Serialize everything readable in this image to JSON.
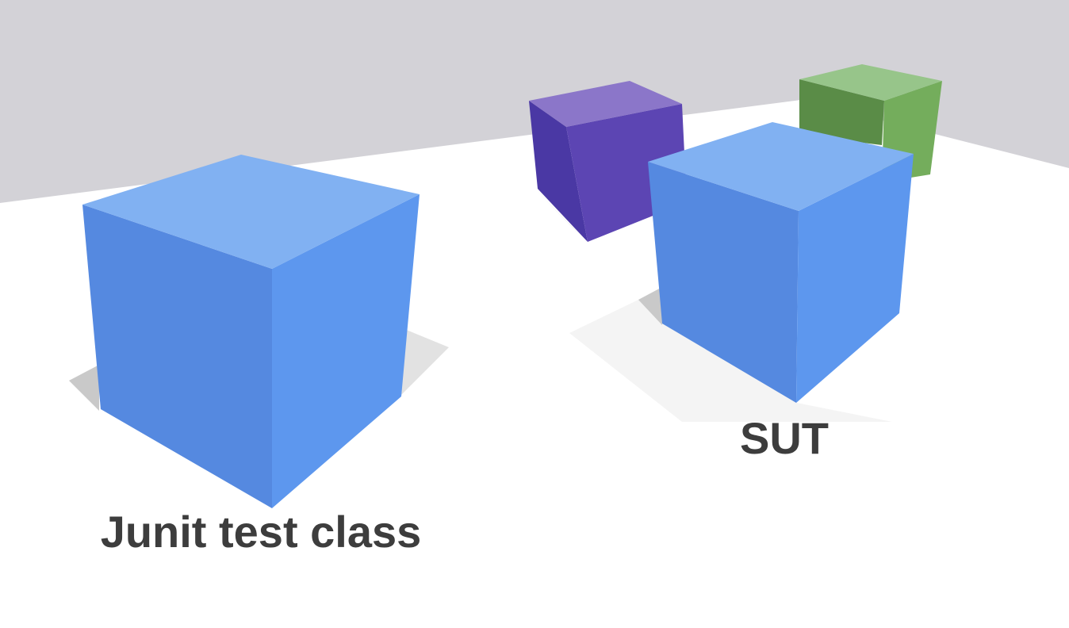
{
  "scene": {
    "colors": {
      "wall": "#d3d2d7",
      "floor": "#ffffff",
      "shadow": "#c9c9c9",
      "label": "#3d3d3d"
    },
    "cubes": [
      {
        "id": "junit-test-class",
        "label": "Junit test class",
        "color_top": "#81b1f2",
        "color_left": "#5589e0",
        "color_right": "#5d97ee"
      },
      {
        "id": "sut",
        "label": "SUT",
        "color_top": "#81b1f2",
        "color_left": "#5589e0",
        "color_right": "#5d97ee"
      },
      {
        "id": "purple-cube",
        "label": "",
        "color_top": "#8b76c9",
        "color_left": "#4a38a4",
        "color_right": "#5c45b3"
      },
      {
        "id": "green-cube",
        "label": "",
        "color_top": "#97c58a",
        "color_left": "#5a8c47",
        "color_right": "#74ad5c"
      }
    ]
  }
}
